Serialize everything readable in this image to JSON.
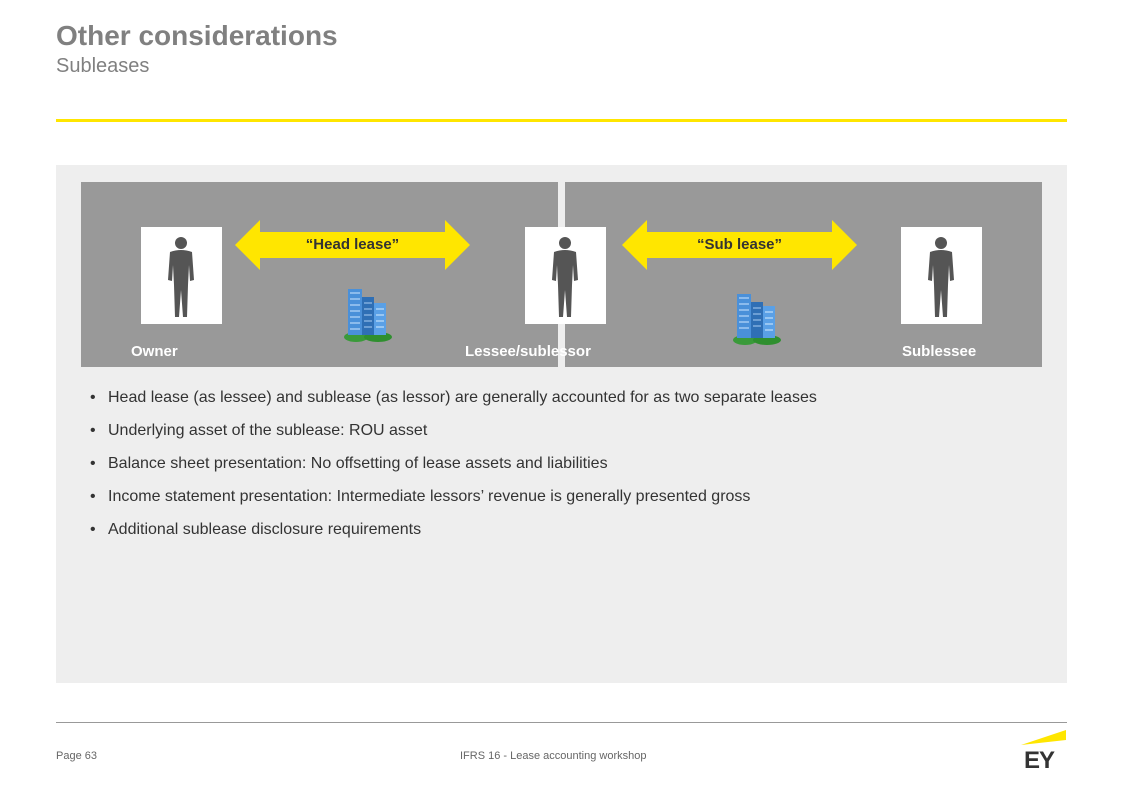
{
  "header": {
    "title": "Other considerations",
    "subtitle": "Subleases"
  },
  "diagram": {
    "roles": [
      "Owner",
      "Lessee/sublessor",
      "Sublessee"
    ],
    "head_lease_label": "“Head lease”",
    "sub_lease_label": "“Sub lease”"
  },
  "bullets": [
    "Head lease (as lessee) and sublease (as lessor) are generally accounted for as two separate leases",
    "Underlying asset of the sublease: ROU asset",
    "Balance sheet presentation: No offsetting of lease assets and liabilities",
    "Income statement presentation: Intermediate lessors’ revenue is generally presented gross",
    "Additional sublease disclosure requirements"
  ],
  "footer": {
    "page": "Page 63",
    "center": "IFRS 16 - Lease accounting workshop",
    "logo": "EY"
  },
  "colors": {
    "accent_yellow": "#ffe600",
    "band_gray": "#999999",
    "panel_bg": "#eeeeee",
    "title_gray": "#808080"
  }
}
